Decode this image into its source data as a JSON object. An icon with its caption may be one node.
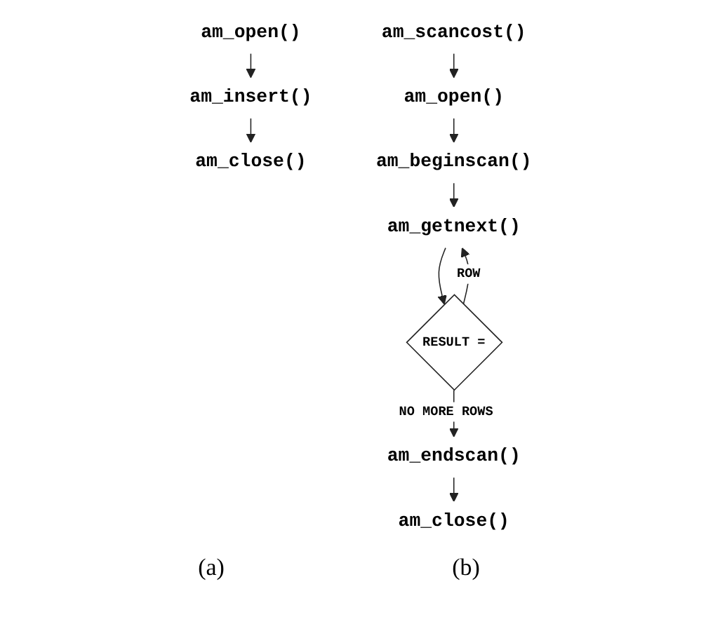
{
  "diagram": {
    "nodes": [
      {
        "text": [
          "am_open()"
        ]
      },
      {
        "text": [
          "am_insert()"
        ]
      },
      {
        "text": [
          "am_close()"
        ]
      },
      {
        "text": [
          "am_scancost()"
        ]
      },
      {
        "text": [
          "am_open()"
        ]
      },
      {
        "text": [
          "am_beginscan()"
        ]
      },
      {
        "text": [
          "am_getnext()"
        ]
      },
      {
        "text": [
          "RESULT ="
        ]
      },
      {
        "text": [
          "am_endscan()"
        ]
      },
      {
        "text": [
          "am_close()"
        ]
      }
    ],
    "edges": [
      {
        "from": 0,
        "to": 1,
        "arrow": "to"
      },
      {
        "from": 1,
        "to": 2,
        "arrow": "to"
      },
      {
        "from": 3,
        "to": 4,
        "arrow": "to"
      },
      {
        "from": 4,
        "to": 5,
        "arrow": "to"
      },
      {
        "from": 5,
        "to": 6,
        "arrow": "to"
      },
      {
        "from": 6,
        "to": 7,
        "arrow": "to"
      },
      {
        "from": 7,
        "to": 6,
        "label": "ROW",
        "arrow": "to"
      },
      {
        "from": 7,
        "to": 8,
        "label": "NO MORE ROWS",
        "arrow": "to"
      },
      {
        "from": 8,
        "to": 9,
        "arrow": "to"
      }
    ],
    "labels": [
      "(a)",
      "(b)"
    ]
  }
}
